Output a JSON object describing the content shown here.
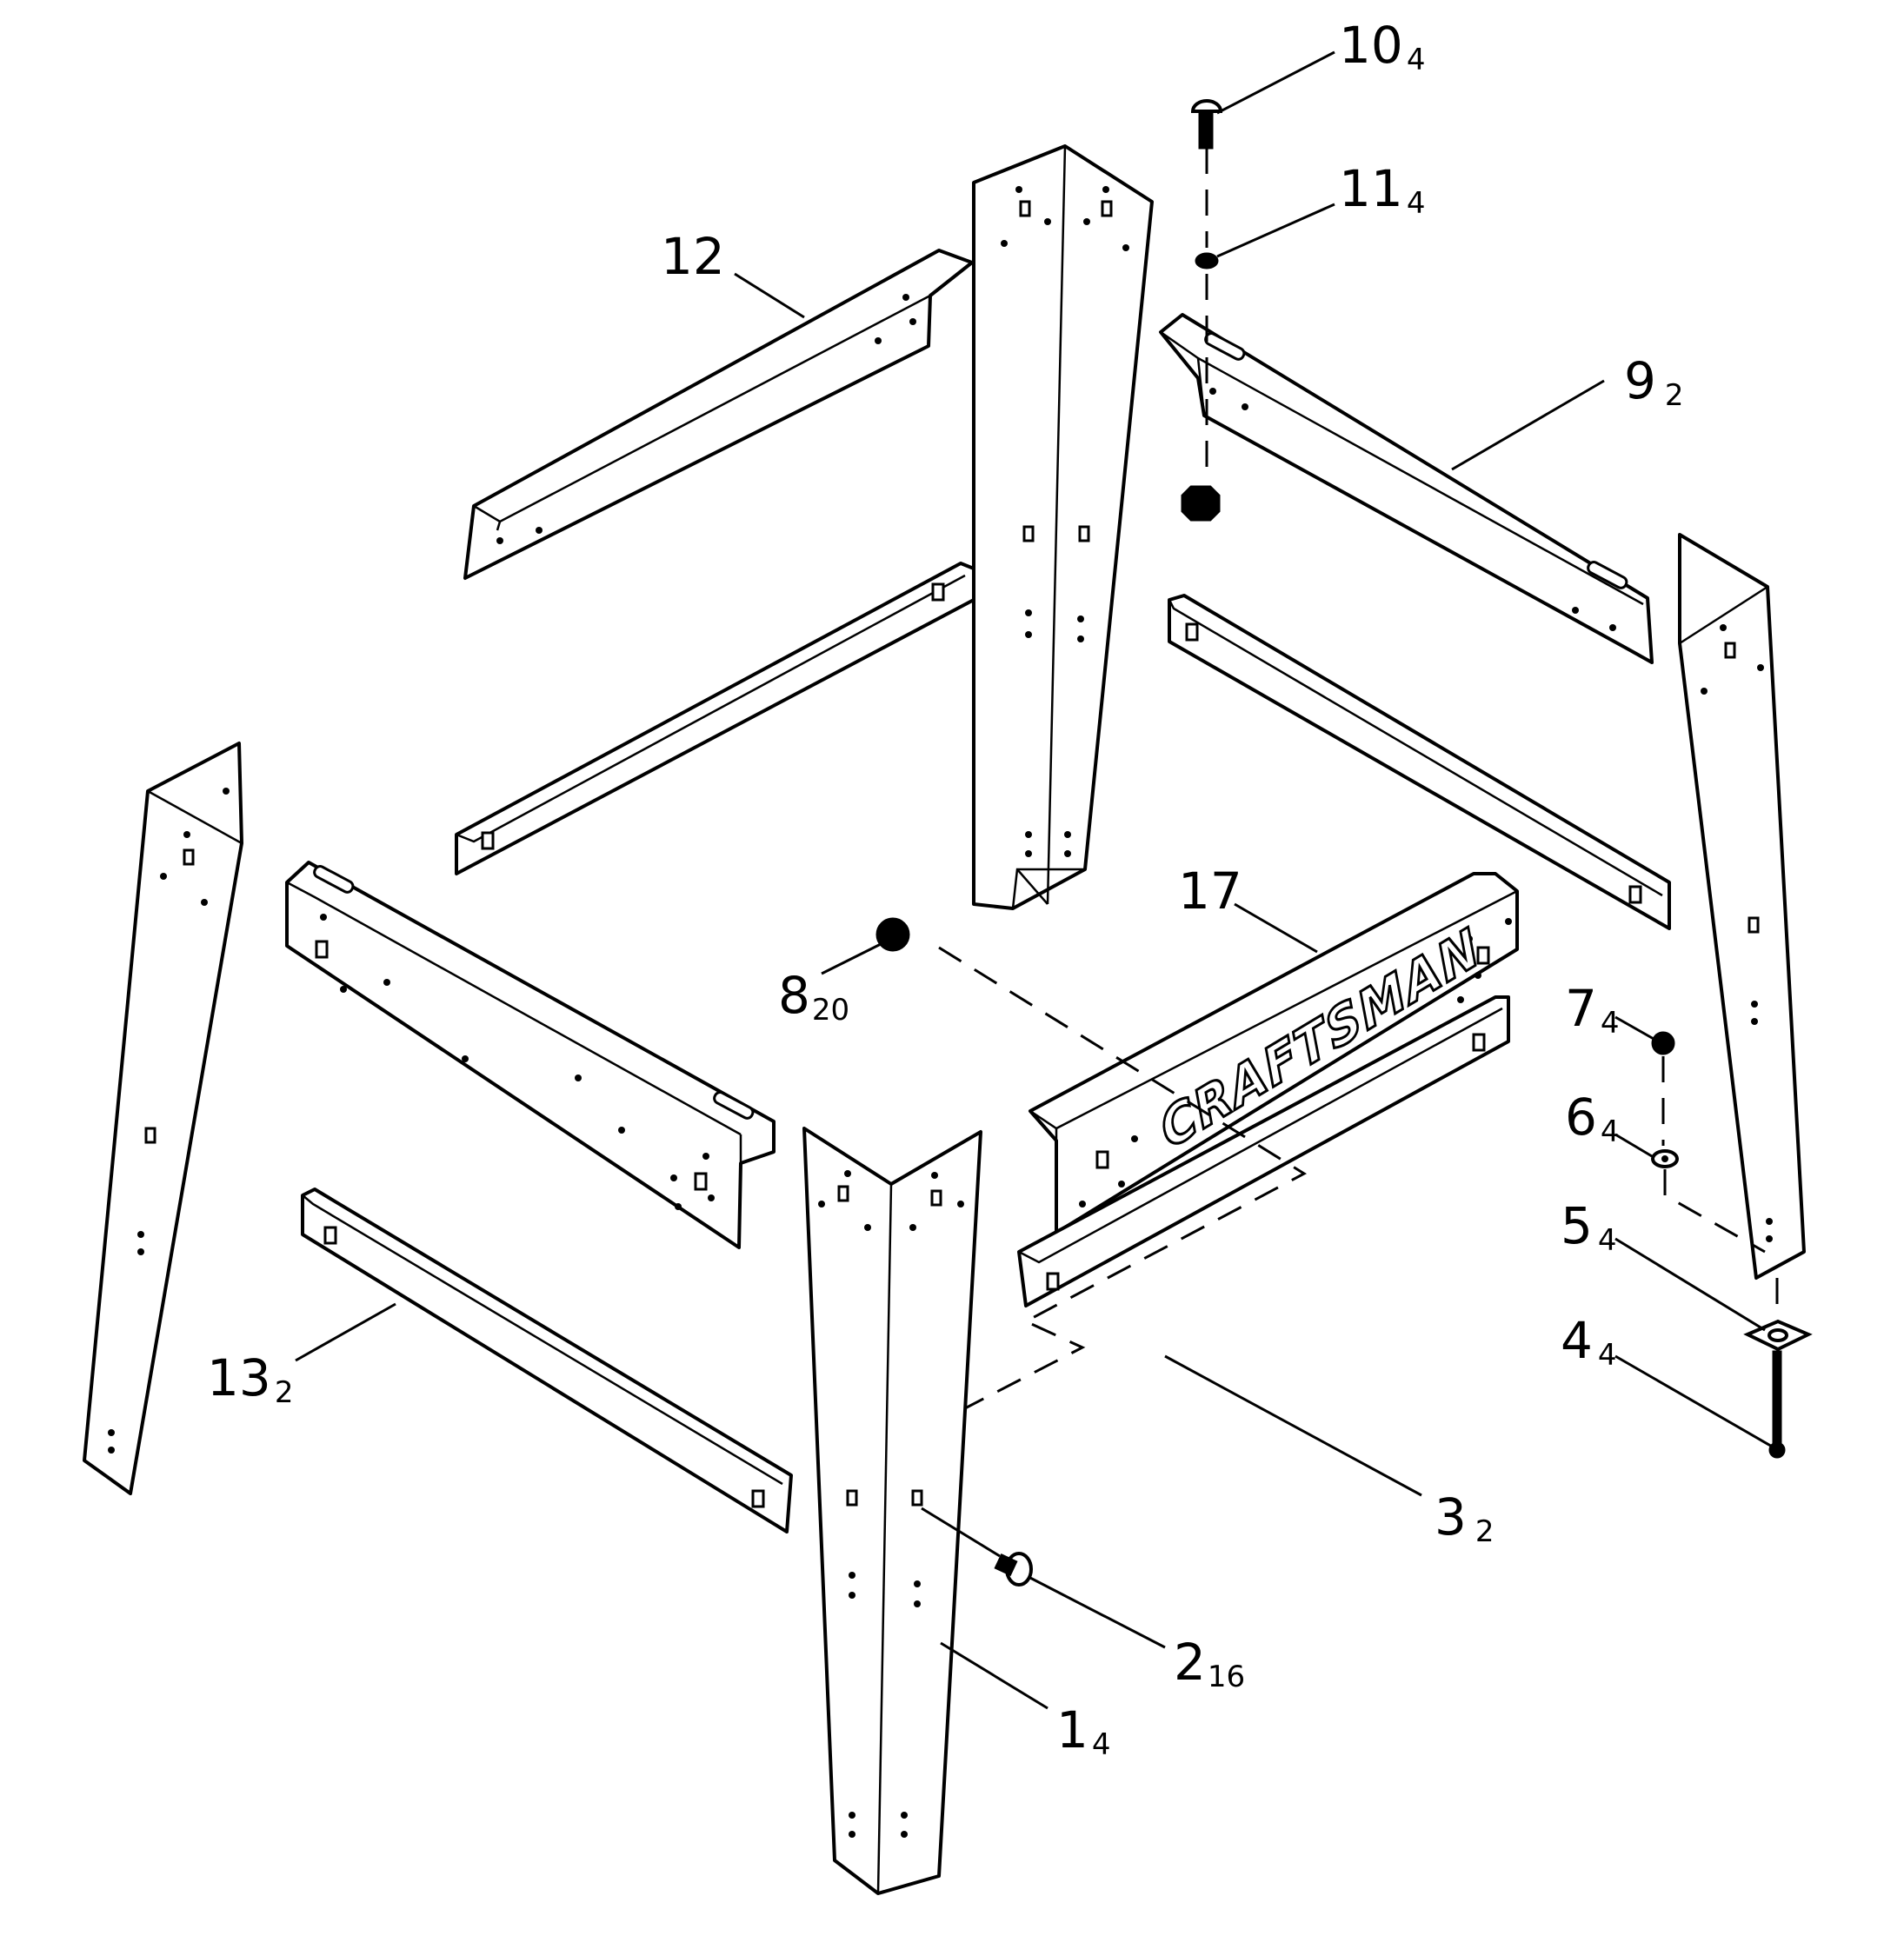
{
  "callouts": [
    {
      "id": "c1",
      "number": "1",
      "qty": "4"
    },
    {
      "id": "c2",
      "number": "2",
      "qty": "16"
    },
    {
      "id": "c3",
      "number": "3",
      "qty": "2"
    },
    {
      "id": "c4",
      "number": "4",
      "qty": "4"
    },
    {
      "id": "c5",
      "number": "5",
      "qty": "4"
    },
    {
      "id": "c6",
      "number": "6",
      "qty": "4"
    },
    {
      "id": "c7",
      "number": "7",
      "qty": "4"
    },
    {
      "id": "c8",
      "number": "8",
      "qty": "20"
    },
    {
      "id": "c9",
      "number": "9",
      "qty": "2"
    },
    {
      "id": "c10",
      "number": "10",
      "qty": "4"
    },
    {
      "id": "c11",
      "number": "11",
      "qty": "4"
    },
    {
      "id": "c12",
      "number": "12",
      "qty": ""
    },
    {
      "id": "c13",
      "number": "13",
      "qty": "2"
    },
    {
      "id": "c17",
      "number": "17",
      "qty": ""
    }
  ],
  "brand_text": "CRAFTSMAN"
}
